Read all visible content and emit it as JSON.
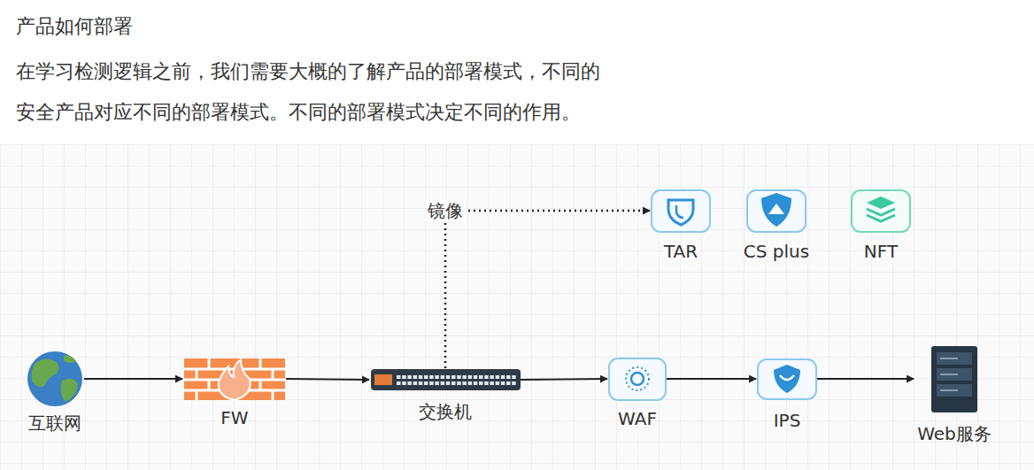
{
  "diagram": {
    "title": "产品如何部署",
    "nodes": [
      {
        "text": [
          "互联网"
        ]
      },
      {
        "text": [
          "FW"
        ]
      },
      {
        "text": [
          "交换机"
        ]
      },
      {
        "text": [
          "WAF"
        ]
      },
      {
        "text": [
          "IPS"
        ]
      },
      {
        "text": [
          "Web服务"
        ]
      },
      {
        "text": [
          "TAR"
        ]
      },
      {
        "text": [
          "CS plus"
        ]
      },
      {
        "text": [
          "NFT"
        ]
      }
    ],
    "edges": [
      {
        "from": 0,
        "to": 1,
        "arrow": "to"
      },
      {
        "from": 1,
        "to": 2,
        "arrow": "to"
      },
      {
        "from": 2,
        "to": 3,
        "arrow": "to"
      },
      {
        "from": 3,
        "to": 4,
        "arrow": "to"
      },
      {
        "from": 4,
        "to": 5,
        "arrow": "to"
      },
      {
        "from": 2,
        "to": 6,
        "label": "镜像",
        "arrow": "to"
      }
    ],
    "labels": [
      "在学习检测逻辑之前，我们需要大概的了解产品的部署模式，不同的 安全产品对应不同的部署模式。不同的部署模式决定不同的作用。"
    ]
  }
}
